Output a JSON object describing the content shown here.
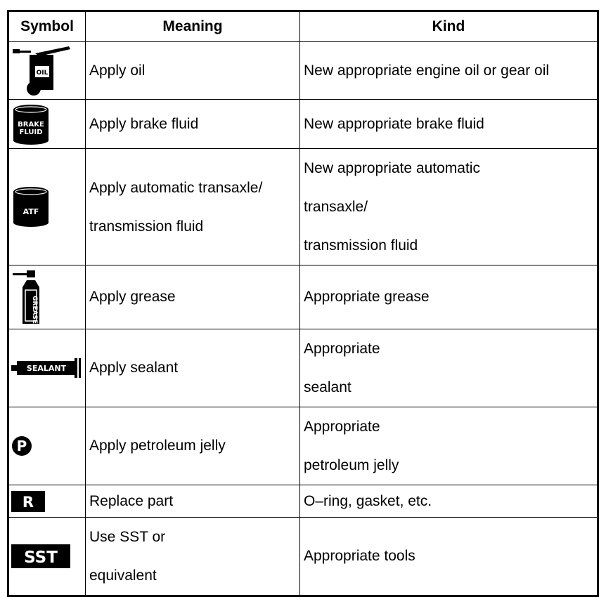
{
  "headers": {
    "symbol": "Symbol",
    "meaning": "Meaning",
    "kind": "Kind"
  },
  "rows": [
    {
      "icon": "oil-can-icon",
      "icon_label": "OIL",
      "meaning": "Apply oil",
      "kind": "New appropriate engine oil or gear oil"
    },
    {
      "icon": "brake-fluid-can-icon",
      "icon_label": "BRAKE FLUID",
      "meaning": "Apply brake fluid",
      "kind": "New appropriate brake fluid"
    },
    {
      "icon": "atf-can-icon",
      "icon_label": "ATF",
      "meaning_lines": [
        "Apply automatic transaxle/",
        "transmission fluid"
      ],
      "kind_lines": [
        "New appropriate automatic",
        "transaxle/",
        "transmission fluid"
      ]
    },
    {
      "icon": "grease-spray-icon",
      "icon_label": "GREASE",
      "meaning": "Apply grease",
      "kind": "Appropriate grease"
    },
    {
      "icon": "sealant-tube-icon",
      "icon_label": "SEALANT",
      "meaning": "Apply sealant",
      "kind_lines": [
        "Appropriate",
        "sealant"
      ]
    },
    {
      "icon": "petroleum-jelly-icon",
      "icon_label": "P",
      "meaning": "Apply petroleum jelly",
      "kind_lines": [
        "Appropriate",
        "petroleum jelly"
      ]
    },
    {
      "icon": "replace-part-icon",
      "icon_label": "R",
      "meaning": "Replace part",
      "kind": "O–ring, gasket, etc."
    },
    {
      "icon": "sst-icon",
      "icon_label": "SST",
      "meaning_lines": [
        "Use SST or",
        "equivalent"
      ],
      "kind": "Appropriate tools"
    }
  ]
}
